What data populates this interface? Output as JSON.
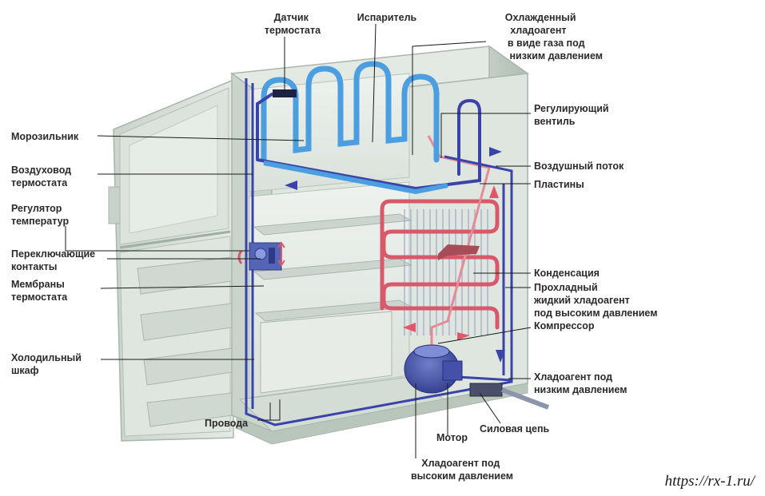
{
  "labels": {
    "thermostat_sensor": [
      "Датчик",
      "термостата"
    ],
    "evaporator": [
      "Испаритель"
    ],
    "cooled_refrigerant": [
      "Охлажденный",
      "хладоагент",
      "в виде газа под",
      "низким давлением"
    ],
    "regulating_valve": [
      "Регулирующий",
      "вентиль"
    ],
    "freezer": [
      "Морозильник"
    ],
    "air_flow": [
      "Воздушный поток"
    ],
    "thermostat_duct": [
      "Воздуховод",
      "термостата"
    ],
    "plates": [
      "Пластины"
    ],
    "temp_regulator": [
      "Регулятор",
      "температур"
    ],
    "switch_contacts": [
      "Переключающие",
      "контакты"
    ],
    "condensation": [
      "Конденсация"
    ],
    "thermostat_membranes": [
      "Мембраны",
      "термостата"
    ],
    "cool_liquid": [
      "Прохладный",
      "жидкий хладоагент",
      "под высоким давлением"
    ],
    "compressor": [
      "Компрессор"
    ],
    "fridge_cabinet": [
      "Холодильный",
      "шкаф"
    ],
    "low_pressure": [
      "Хладоагент под",
      "низким давлением"
    ],
    "wires": [
      "Провода"
    ],
    "power_circuit": [
      "Силовая цепь"
    ],
    "motor": [
      "Мотор"
    ],
    "high_pressure": [
      "Хладоагент под",
      "высоким давлением"
    ]
  },
  "watermark": "https://rx-1.ru/",
  "colors": {
    "body_light": "#e6ece6",
    "body_mid": "#cfd9d1",
    "body_dark": "#aebdb2",
    "evaporator_tube": "#4b9ee0",
    "cold_line": "#3a44a8",
    "hot_tube": "#d8596a",
    "hot_arrow": "#e2566a"
  }
}
